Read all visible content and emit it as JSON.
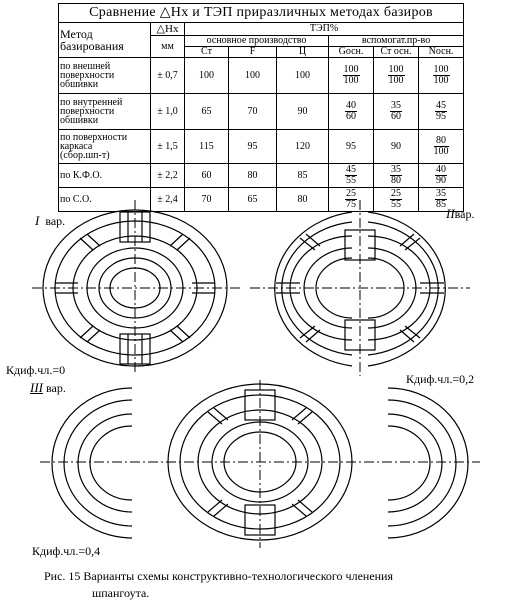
{
  "table": {
    "title_prefix": "Сравнение",
    "title_symbol": "△",
    "title_rest": "Нх и  ТЭП приразличных  методах базиров",
    "header_method": "Метод\nбазирования",
    "header_dh": "△Нх",
    "header_dh_unit": "мм",
    "header_tep": "ТЭП%",
    "header_main": "основное производство",
    "header_aux": "вспомогат.пр-во",
    "sub_ct": "Ст",
    "sub_f": "F",
    "sub_c": "Ц",
    "sub_gosn": "Gосн.",
    "sub_ctosn": "Ст осн.",
    "sub_nosn": "Nосн.",
    "rows": [
      {
        "method": "по внешней\nповерхности\nобшивки",
        "dh": "± 0,7",
        "ct": "100",
        "f": "100",
        "c": "100",
        "g": [
          "100",
          "100"
        ],
        "cto": [
          "100",
          "100"
        ],
        "n": [
          "100",
          "100"
        ]
      },
      {
        "method": "по внутренней\nповерхности\nобшивки",
        "dh": "± 1,0",
        "ct": "65",
        "f": "70",
        "c": "90",
        "g": [
          "40",
          "60"
        ],
        "cto": [
          "35",
          "60"
        ],
        "n": [
          "45",
          "95"
        ]
      },
      {
        "method": "по поверхности\nкаркаса\n(сбор.шп-т)",
        "dh": "± 1,5",
        "ct": "115",
        "f": "95",
        "c": "120",
        "g": "95",
        "cto": "90",
        "n": [
          "80",
          "100"
        ]
      },
      {
        "method": "по К.Ф.О.",
        "dh": "± 2,2",
        "ct": "60",
        "f": "80",
        "c": "85",
        "g": [
          "45",
          "55"
        ],
        "cto": [
          "35",
          "80"
        ],
        "n": [
          "40",
          "90"
        ]
      },
      {
        "method": "по С.О.",
        "dh": "± 2,4",
        "ct": "70",
        "f": "65",
        "c": "80",
        "g": [
          "25",
          "75"
        ],
        "cto": [
          "25",
          "55"
        ],
        "n": [
          "35",
          "85"
        ]
      }
    ]
  },
  "labels": {
    "var1": "I",
    "var1_suffix": "вар.",
    "var2": "II",
    "var2_suffix": "вар.",
    "var3": "III",
    "var3_suffix": "вар.",
    "kdif0": "Кдиф.чл.=0",
    "kdif02": "Кдиф.чл.=0,2",
    "kdif04": "Кдиф.чл.=0,4"
  },
  "caption": {
    "line1": "Рис. 15  Варианты схемы конструктивно-технологического членения",
    "line2": "шпангоута."
  }
}
